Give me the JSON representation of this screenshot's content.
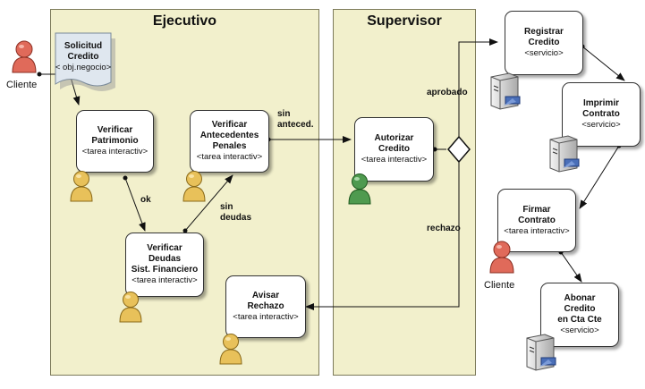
{
  "lanes": {
    "ejecutivo": "Ejecutivo",
    "supervisor": "Supervisor"
  },
  "actors": {
    "cliente_top": "Cliente",
    "cliente_bottom": "Cliente"
  },
  "document": {
    "title": "Solicitud\nCredito",
    "stereotype": "< obj.negocio>"
  },
  "nodes": {
    "verificar_patrimonio": {
      "title": "Verificar\nPatrimonio",
      "stereotype": "<tarea interactiv>"
    },
    "verificar_antecedentes": {
      "title": "Verificar\nAntecedentes\nPenales",
      "stereotype": "<tarea interactiv>"
    },
    "verificar_deudas": {
      "title": "Verificar\nDeudas\nSist. Financiero",
      "stereotype": "<tarea interactiv>"
    },
    "avisar_rechazo": {
      "title": "Avisar\nRechazo",
      "stereotype": "<tarea interactiv>"
    },
    "autorizar_credito": {
      "title": "Autorizar\nCredito",
      "stereotype": "<tarea interactiv>"
    },
    "registrar_credito": {
      "title": "Registrar\nCredito",
      "stereotype": "<servicio>"
    },
    "imprimir_contrato": {
      "title": "Imprimir\nContrato",
      "stereotype": "<servicio>"
    },
    "firmar_contrato": {
      "title": "Firmar\nContrato",
      "stereotype": "<tarea interactiv>"
    },
    "abonar_credito": {
      "title": "Abonar\nCredito\nen Cta Cte",
      "stereotype": "<servicio>"
    }
  },
  "edge_labels": {
    "ok": "ok",
    "sin_deudas": "sin\ndeudas",
    "sin_anteced": "sin\nanteced.",
    "aprobado": "aprobado",
    "rechazo": "rechazo"
  },
  "colors": {
    "lane_fill": "#f2f0cc",
    "user_yellow": "#e8c15a",
    "user_green": "#4f9a4f",
    "user_red": "#e06a5a",
    "server_grey": "#d6d6d6"
  }
}
